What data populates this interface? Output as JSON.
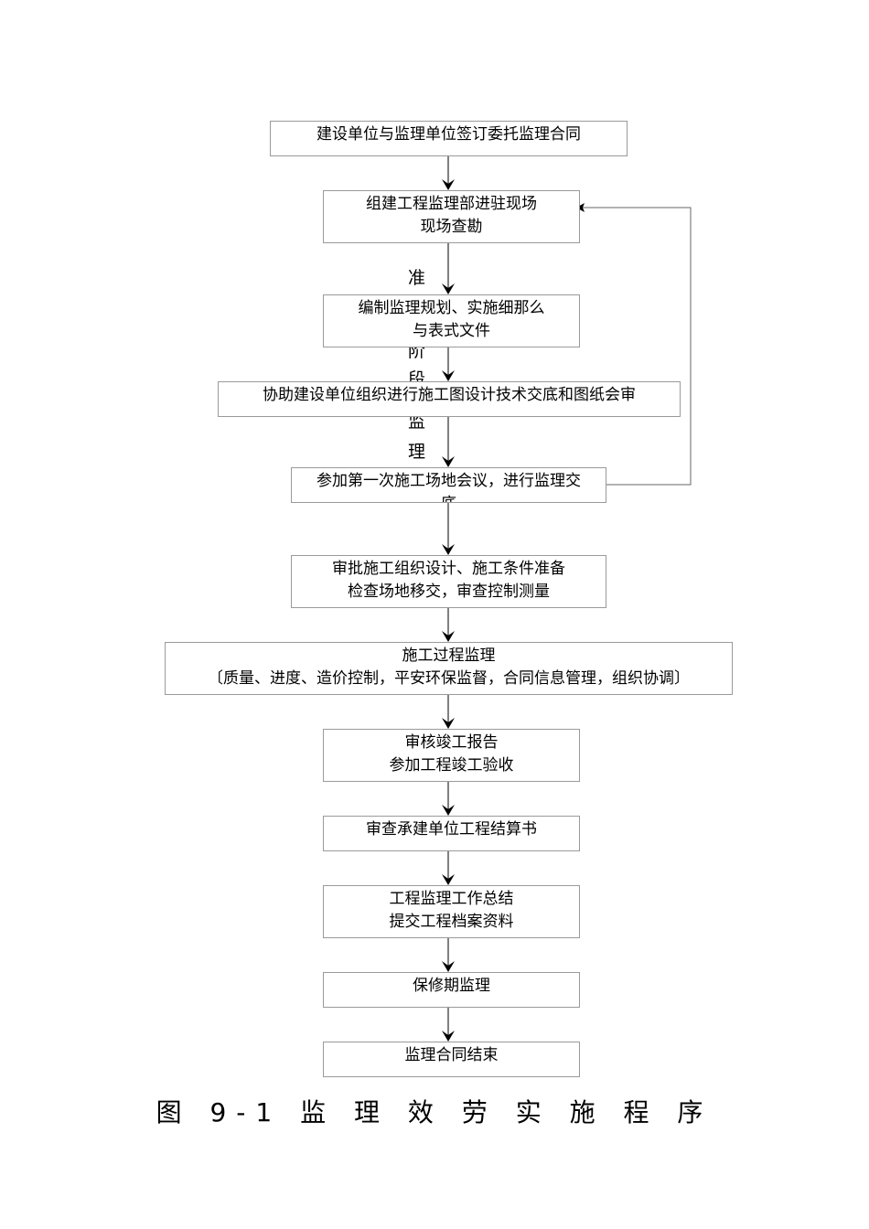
{
  "flowchart": {
    "steps": [
      {
        "id": "s1",
        "lines": [
          "建设单位与监理单位签订委托监理合同"
        ]
      },
      {
        "id": "s2",
        "lines": [
          "组建工程监理部进驻现场",
          "现场查勘"
        ]
      },
      {
        "id": "s3",
        "lines": [
          "编制监理规划、实施细那么",
          "与表式文件"
        ]
      },
      {
        "id": "s4",
        "lines": [
          "协助建设单位组织进行施工图设计技术交底和图纸会审"
        ]
      },
      {
        "id": "s5",
        "lines": [
          "参加第一次施工场地会议，进行监理交",
          "底"
        ]
      },
      {
        "id": "s6",
        "lines": [
          "审批施工组织设计、施工条件准备",
          "检查场地移交，审查控制测量"
        ]
      },
      {
        "id": "s7",
        "lines": [
          "施工过程监理",
          "〔质量、进度、造价控制，平安环保监督，合同信息管理，组织协调〕"
        ]
      },
      {
        "id": "s8",
        "lines": [
          "审核竣工报告",
          "参加工程竣工验收"
        ]
      },
      {
        "id": "s9",
        "lines": [
          "审查承建单位工程结算书"
        ]
      },
      {
        "id": "s10",
        "lines": [
          "工程监理工作总结",
          "提交工程档案资料"
        ]
      },
      {
        "id": "s11",
        "lines": [
          "保修期监理"
        ]
      },
      {
        "id": "s12",
        "lines": [
          "监理合同结束"
        ]
      }
    ],
    "side_label_chars": [
      "准",
      "阶",
      "段",
      "监",
      "理"
    ]
  },
  "caption": "图 9-1 监 理 效 劳 实 施 程 序",
  "colors": {
    "box_border": "#9a9a9a",
    "connector": "#000000",
    "feedback_line": "#666666"
  }
}
